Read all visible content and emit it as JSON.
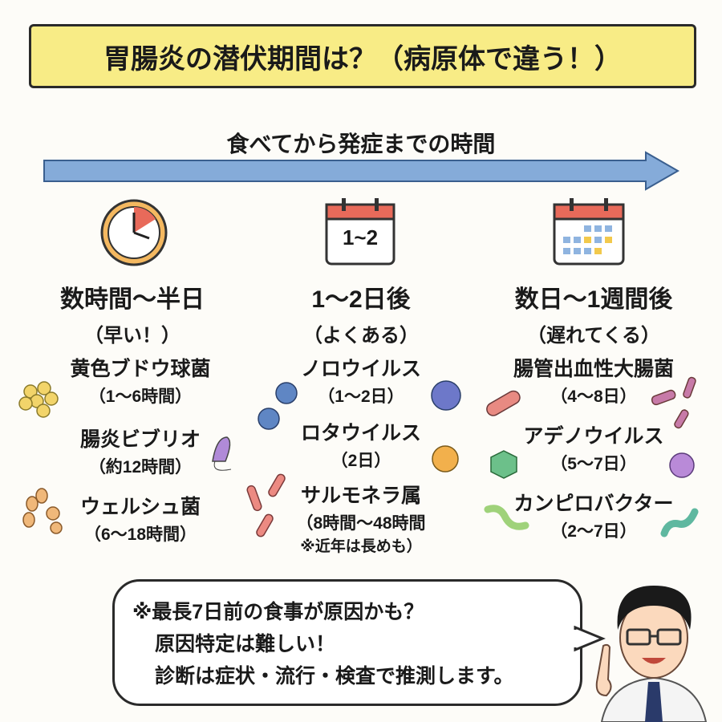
{
  "title": "胃腸炎の潜伏期間は？（病原体で違う！）",
  "subtitle": "食べてから発症までの時間",
  "colors": {
    "title_bg": "#f8ec86",
    "arrow": "#7fa6d8"
  },
  "columns": [
    {
      "icon": "clock-icon",
      "heading": "数時間〜半日",
      "sub": "（早い！）",
      "items": [
        {
          "name": "黄色ブドウ球菌",
          "duration": "（1〜6時間）"
        },
        {
          "name": "腸炎ビブリオ",
          "duration": "（約12時間）"
        },
        {
          "name": "ウェルシュ菌",
          "duration": "（6〜18時間）"
        }
      ]
    },
    {
      "icon": "calendar-icon",
      "calendar_text": "1~2",
      "heading": "1〜2日後",
      "sub": "（よくある）",
      "items": [
        {
          "name": "ノロウイルス",
          "duration": "（1〜2日）"
        },
        {
          "name": "ロタウイルス",
          "duration": "（2日）"
        },
        {
          "name": "サルモネラ属",
          "duration": "（8時間〜48時間",
          "note": "※近年は長めも）"
        }
      ]
    },
    {
      "icon": "calendar-grid-icon",
      "heading": "数日〜1週間後",
      "sub": "（遅れてくる）",
      "items": [
        {
          "name": "腸管出血性大腸菌",
          "duration": "（4〜8日）"
        },
        {
          "name": "アデノウイルス",
          "duration": "（5〜7日）"
        },
        {
          "name": "カンピロバクター",
          "duration": "（2〜7日）"
        }
      ]
    }
  ],
  "bubble": {
    "lines": [
      "※最長7日前の食事が原因かも？",
      "原因特定は難しい！",
      "診断は症状・流行・検査で推測します。"
    ]
  }
}
